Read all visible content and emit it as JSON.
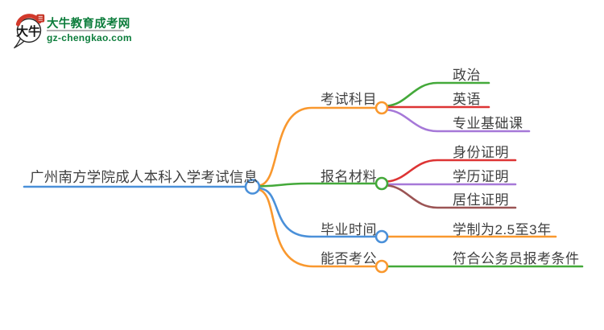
{
  "logo": {
    "site_name": "大牛教育成考网",
    "site_url": "gz-chengkao.com",
    "icon_text": "大牛",
    "brand_color": "#0d7d3c",
    "icon_red": "#d2392b"
  },
  "mindmap": {
    "root": {
      "label": "广州南方学院成人本科入学考试信息",
      "color": "#4a90d9"
    },
    "branches": [
      {
        "label": "考试科目",
        "color": "#f9982e",
        "children": [
          {
            "label": "政治",
            "color": "#44a93a"
          },
          {
            "label": "英语",
            "color": "#dd3434"
          },
          {
            "label": "专业基础课",
            "color": "#a678d8"
          }
        ]
      },
      {
        "label": "报名材料",
        "color": "#44a93a",
        "children": [
          {
            "label": "身份证明",
            "color": "#dd3434"
          },
          {
            "label": "学历证明",
            "color": "#a678d8"
          },
          {
            "label": "居住证明",
            "color": "#9b5454"
          }
        ]
      },
      {
        "label": "毕业时间",
        "color": "#4a90d9",
        "children": [
          {
            "label": "学制为2.5至3年",
            "color": "#f9982e"
          }
        ]
      },
      {
        "label": "能否考公",
        "color": "#f9982e",
        "children": [
          {
            "label": "符合公务员报考条件",
            "color": "#44a93a"
          }
        ]
      }
    ]
  }
}
